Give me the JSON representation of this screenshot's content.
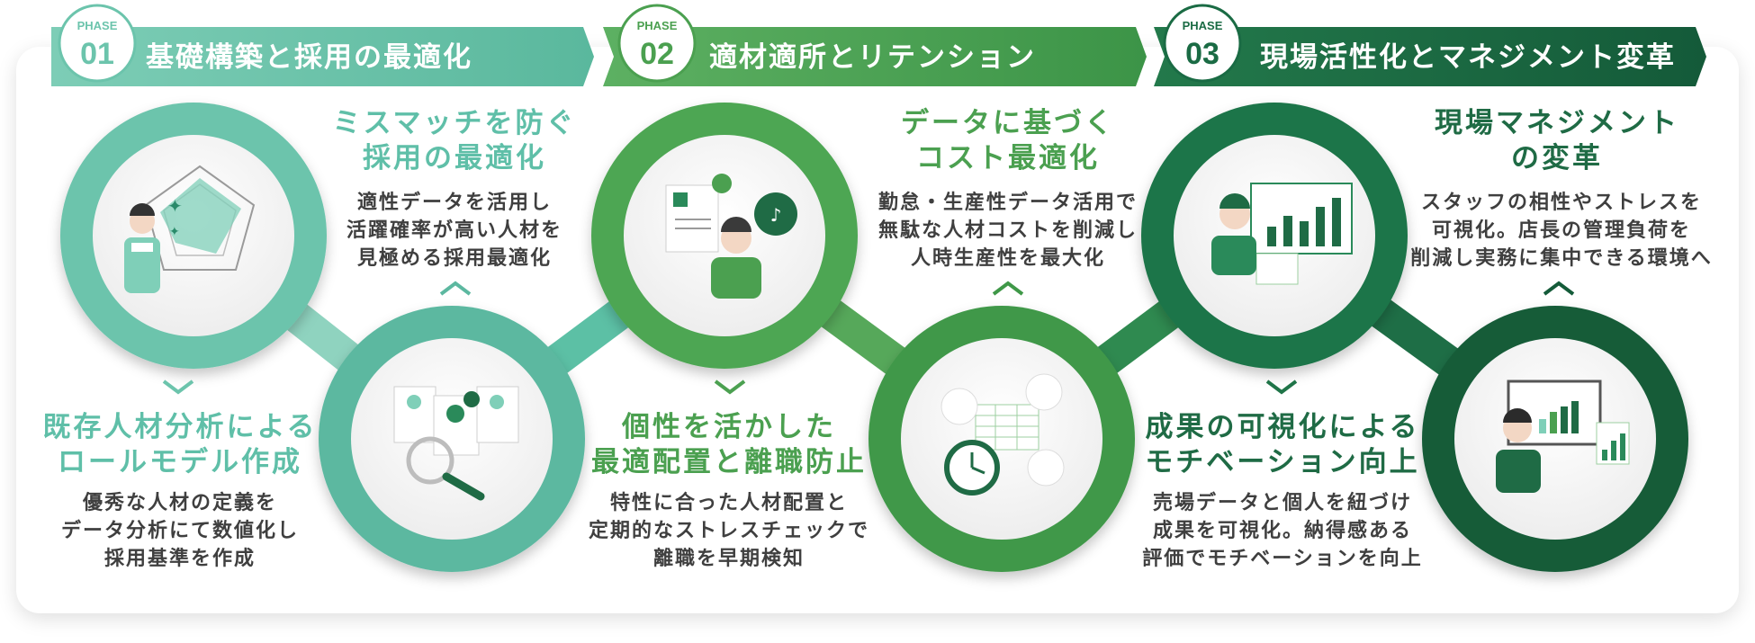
{
  "colors": {
    "phase1": "#6cc4ac",
    "phase2": "#4ba050",
    "phase3": "#1a6b44",
    "text": "#3f3f3f"
  },
  "phases": [
    {
      "tag": "PHASE",
      "num": "01",
      "title": "基礎構築と採用の最適化"
    },
    {
      "tag": "PHASE",
      "num": "02",
      "title": "適材適所とリテンション"
    },
    {
      "tag": "PHASE",
      "num": "03",
      "title": "現場活性化とマネジメント変革"
    }
  ],
  "steps": [
    {
      "title": "既存人材分析による\nロールモデル作成",
      "desc": "優秀な人材の定義を\nデータ分析にて数値化し\n採用基準を作成",
      "icon": "radar-chart-staff-icon"
    },
    {
      "title": "ミスマッチを防ぐ\n採用の最適化",
      "desc": "適性データを活用し\n活躍確率が高い人材を\n見極める採用最適化",
      "icon": "resume-magnifier-icon"
    },
    {
      "title": "個性を活かした\n最適配置と離職防止",
      "desc": "特性に合った人材配置と\n定期的なストレスチェックで\n離職を早期検知",
      "icon": "document-alert-staff-icon"
    },
    {
      "title": "データに基づく\nコスト最適化",
      "desc": "勤怠・生産性データ活用で\n無駄な人材コストを削減し\n人時生産性を最大化",
      "icon": "schedule-clock-staff-icon"
    },
    {
      "title": "成果の可視化による\nモチベーション向上",
      "desc": "売場データと個人を紐づけ\n成果を可視化。納得感ある\n評価でモチベーションを向上",
      "icon": "bar-chart-staff-icon"
    },
    {
      "title": "現場マネジメント\nの変革",
      "desc": "スタッフの相性やストレスを\n可視化。店長の管理負荷を\n削減し実務に集中できる環境へ",
      "icon": "monitor-dashboard-manager-icon"
    }
  ]
}
